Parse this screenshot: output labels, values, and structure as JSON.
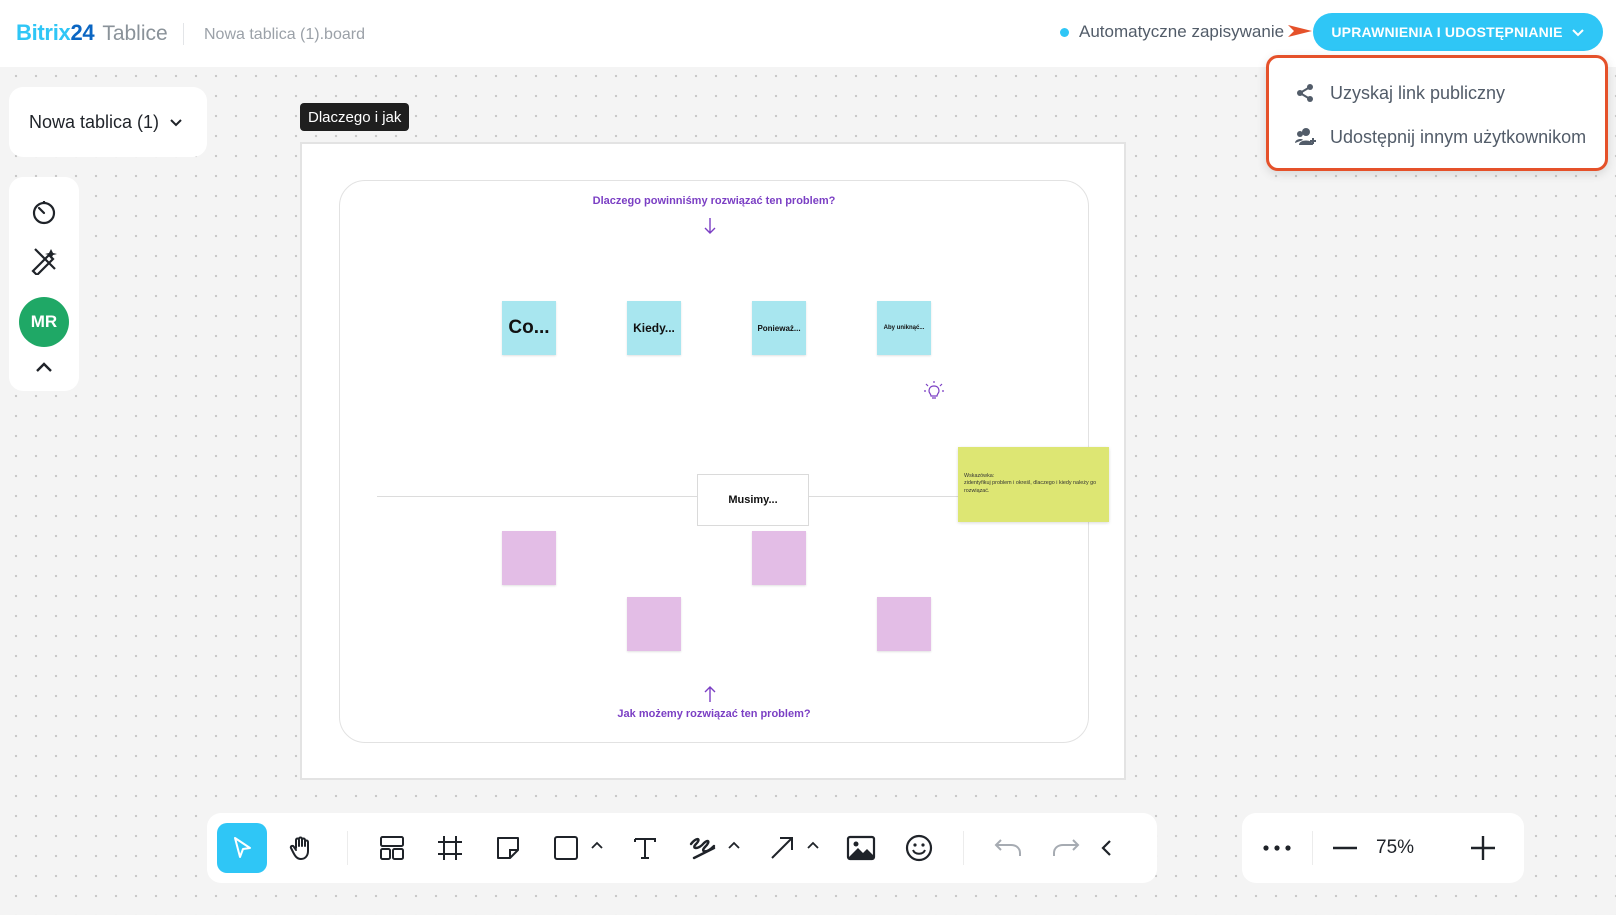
{
  "header": {
    "brand": {
      "bitrix": "Bitrix",
      "num": "24",
      "product": "Tablice"
    },
    "file_name": "Nowa tablica (1).board",
    "autosave_label": "Automatyczne zapisywanie",
    "share_button_label": "UPRAWNIENIA I UDOSTĘPNIANIE"
  },
  "share_menu": {
    "items": [
      {
        "label": "Uzyskaj link publiczny",
        "icon": "share-icon"
      },
      {
        "label": "Udostępnij innym użytkownikom",
        "icon": "add-users-icon"
      }
    ]
  },
  "board_select": {
    "label": "Nowa tablica (1)"
  },
  "left_panel": {
    "items": [
      "timer-icon",
      "magic-pen-icon",
      "avatar",
      "chevron-up-icon"
    ],
    "avatar_initials": "MR"
  },
  "frame": {
    "label": "Dlaczego i jak",
    "question_top": "Dlaczego powinniśmy rozwiązać ten problem?",
    "question_bottom": "Jak możemy rozwiązać ten problem?",
    "blue_notes": [
      "Co...",
      "Kiedy...",
      "Ponieważ...",
      "Aby uniknąć..."
    ],
    "center_label": "Musimy...",
    "hint_title": "Wskazówka:",
    "hint_text": "zidentyfikuj problem i określ, dlaczego i kiedy należy go rozwiązać."
  },
  "toolbar": {
    "tools": [
      "select-tool-icon",
      "hand-tool-icon",
      "templates-icon",
      "frame-icon",
      "sticky-note-icon",
      "shape-icon",
      "text-icon",
      "pen-icon",
      "arrow-icon",
      "image-icon",
      "emoji-icon",
      "undo-icon",
      "redo-icon",
      "collapse-icon"
    ],
    "active_tool": "select-tool-icon"
  },
  "zoom": {
    "value": "75%"
  },
  "colors": {
    "accent": "#2fc6f6",
    "highlight_border": "#e5512a",
    "blue_note": "#a8e6ef",
    "pink_note": "#e3bde6",
    "hint_note": "#dde673",
    "question_text": "#7b3fc4",
    "avatar": "#1fa866"
  }
}
